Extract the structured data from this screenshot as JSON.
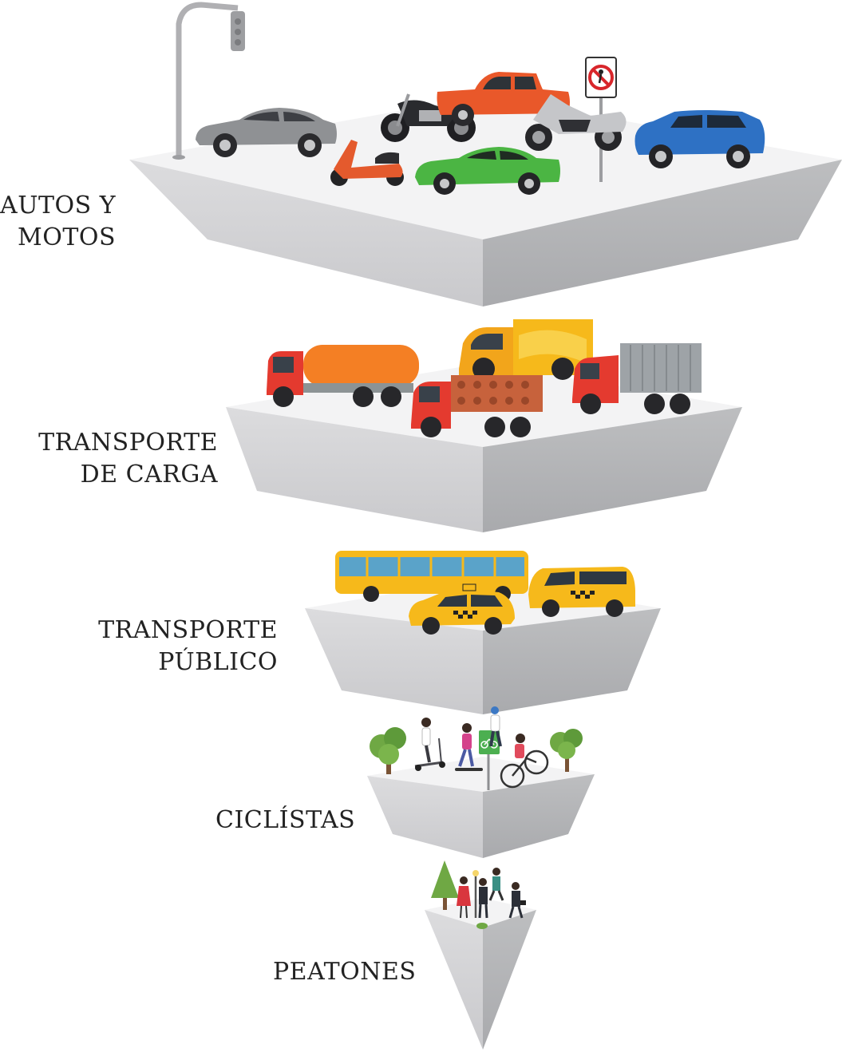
{
  "levels": [
    {
      "id": "autos-motos",
      "lines": [
        "AUTOS Y",
        "MOTOS"
      ]
    },
    {
      "id": "transporte-carga",
      "lines": [
        "TRANSPORTE",
        "DE CARGA"
      ]
    },
    {
      "id": "transporte-publico",
      "lines": [
        "TRANSPORTE",
        "PÚBLICO"
      ]
    },
    {
      "id": "ciclistas",
      "lines": [
        "CICLÍSTAS"
      ]
    },
    {
      "id": "peatones",
      "lines": [
        "PEATONES"
      ]
    }
  ],
  "signage": {
    "no_pedestrian_sign": "no-pedestrian-sign-icon",
    "bike_sign": "bicycle-sign-icon"
  },
  "colors": {
    "face_left": "#d3d3d5",
    "face_right": "#b6b7b9",
    "top": "#f4f4f5"
  }
}
